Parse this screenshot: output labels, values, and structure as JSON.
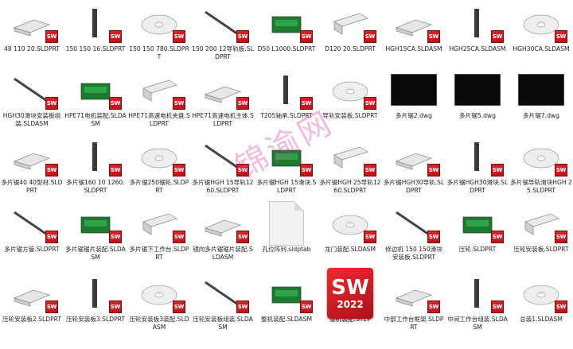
{
  "files": [
    {
      "label": "48 110 20.SLDPRT",
      "icon": "sw-part"
    },
    {
      "label": "150 150 16.SLDPRT",
      "icon": "sw-part"
    },
    {
      "label": "150 150 780.SLDPRT",
      "icon": "sw-part"
    },
    {
      "label": "150 200 12导轨板.SLDPRT",
      "icon": "sw-part"
    },
    {
      "label": "D50 L1000.SLDPRT",
      "icon": "sw-part"
    },
    {
      "label": "D120 20.SLDPRT",
      "icon": "sw-part"
    },
    {
      "label": "HGH15CA.SLDASM",
      "icon": "sw-assembly"
    },
    {
      "label": "HGH25CA.SLDASM",
      "icon": "sw-assembly"
    },
    {
      "label": "HGH30CA.SLDASM",
      "icon": "sw-assembly"
    },
    {
      "label": "HGH30滑块安装板组装.SLDASM",
      "icon": "sw-assembly"
    },
    {
      "label": "HPE71电机装配.SLDASM",
      "icon": "sw-assembly"
    },
    {
      "label": "HPE71高速电机夹盘.SLDPRT",
      "icon": "sw-part"
    },
    {
      "label": "HPE71高速电机主体.SLDPRT",
      "icon": "sw-part"
    },
    {
      "label": "T205轴承.SLDPRT",
      "icon": "sw-part"
    },
    {
      "label": "导轨安装板.SLDPRT",
      "icon": "sw-part"
    },
    {
      "label": "多片锯2.dwg",
      "icon": "dwg"
    },
    {
      "label": "多片锯5.dwg",
      "icon": "dwg"
    },
    {
      "label": "多片锯7.dwg",
      "icon": "dwg"
    },
    {
      "label": "多片锯40 40型材.SLDPRT",
      "icon": "sw-part"
    },
    {
      "label": "多片锯160 10 1260.SLDPRT",
      "icon": "sw-part"
    },
    {
      "label": "多片锯250锯轮.SLDPRT",
      "icon": "sw-part"
    },
    {
      "label": "多片锯HGH 15导轨1260.SLDPRT",
      "icon": "sw-part"
    },
    {
      "label": "多片锯HGH 15滑块.SLDPRT",
      "icon": "sw-part"
    },
    {
      "label": "多片锯HGH 25导轨1260.SLDPRT",
      "icon": "sw-part"
    },
    {
      "label": "多片锯HGH30导轨.SLDPRT",
      "icon": "sw-part"
    },
    {
      "label": "多片锯HGH30滑块.SLDPRT",
      "icon": "sw-part"
    },
    {
      "label": "多片锯导轨滑块HGH 25.SLDPRT",
      "icon": "sw-part"
    },
    {
      "label": "多片锯方管.SLDPRT",
      "icon": "sw-part"
    },
    {
      "label": "多片锯锯片装配.SLDASM",
      "icon": "sw-assembly"
    },
    {
      "label": "多片锯下工作台.SLDPRT",
      "icon": "sw-part"
    },
    {
      "label": "镜向多片锯锯片装配.SLDASM",
      "icon": "sw-assembly"
    },
    {
      "label": "孔位阵列.sldptab",
      "icon": "blank-doc"
    },
    {
      "label": "龙门装配.SLDASM",
      "icon": "sw-assembly"
    },
    {
      "label": "修边机 150 150滑块安装板.SLDPRT",
      "icon": "sw-part"
    },
    {
      "label": "压轮.SLDPRT",
      "icon": "sw-part"
    },
    {
      "label": "压轮安装板.SLDPRT",
      "icon": "sw-part"
    },
    {
      "label": "压轮安装板2.SLDPRT",
      "icon": "sw-part"
    },
    {
      "label": "压轮安装板3.SLDPRT",
      "icon": "sw-part"
    },
    {
      "label": "压轮安装板3装配.SLDASM",
      "icon": "sw-assembly"
    },
    {
      "label": "压轮安装板组装.SLDASM",
      "icon": "sw-assembly"
    },
    {
      "label": "整机装配.SLDASM",
      "icon": "sw-assembly"
    },
    {
      "label": "整机装配.STEP",
      "icon": "sw-2022-app"
    },
    {
      "label": "中部工作台框架.SLDPRT",
      "icon": "sw-part"
    },
    {
      "label": "中间工作台组装.SLDASM",
      "icon": "sw-assembly"
    },
    {
      "label": "总装1.SLDASM",
      "icon": "sw-assembly"
    }
  ],
  "badge_text": "SW",
  "big_logo": {
    "text": "SW",
    "year": "2022"
  },
  "watermark": "锦渝网",
  "colors": {
    "badge": "#c8181f",
    "watermark": "#dc3ca0"
  }
}
